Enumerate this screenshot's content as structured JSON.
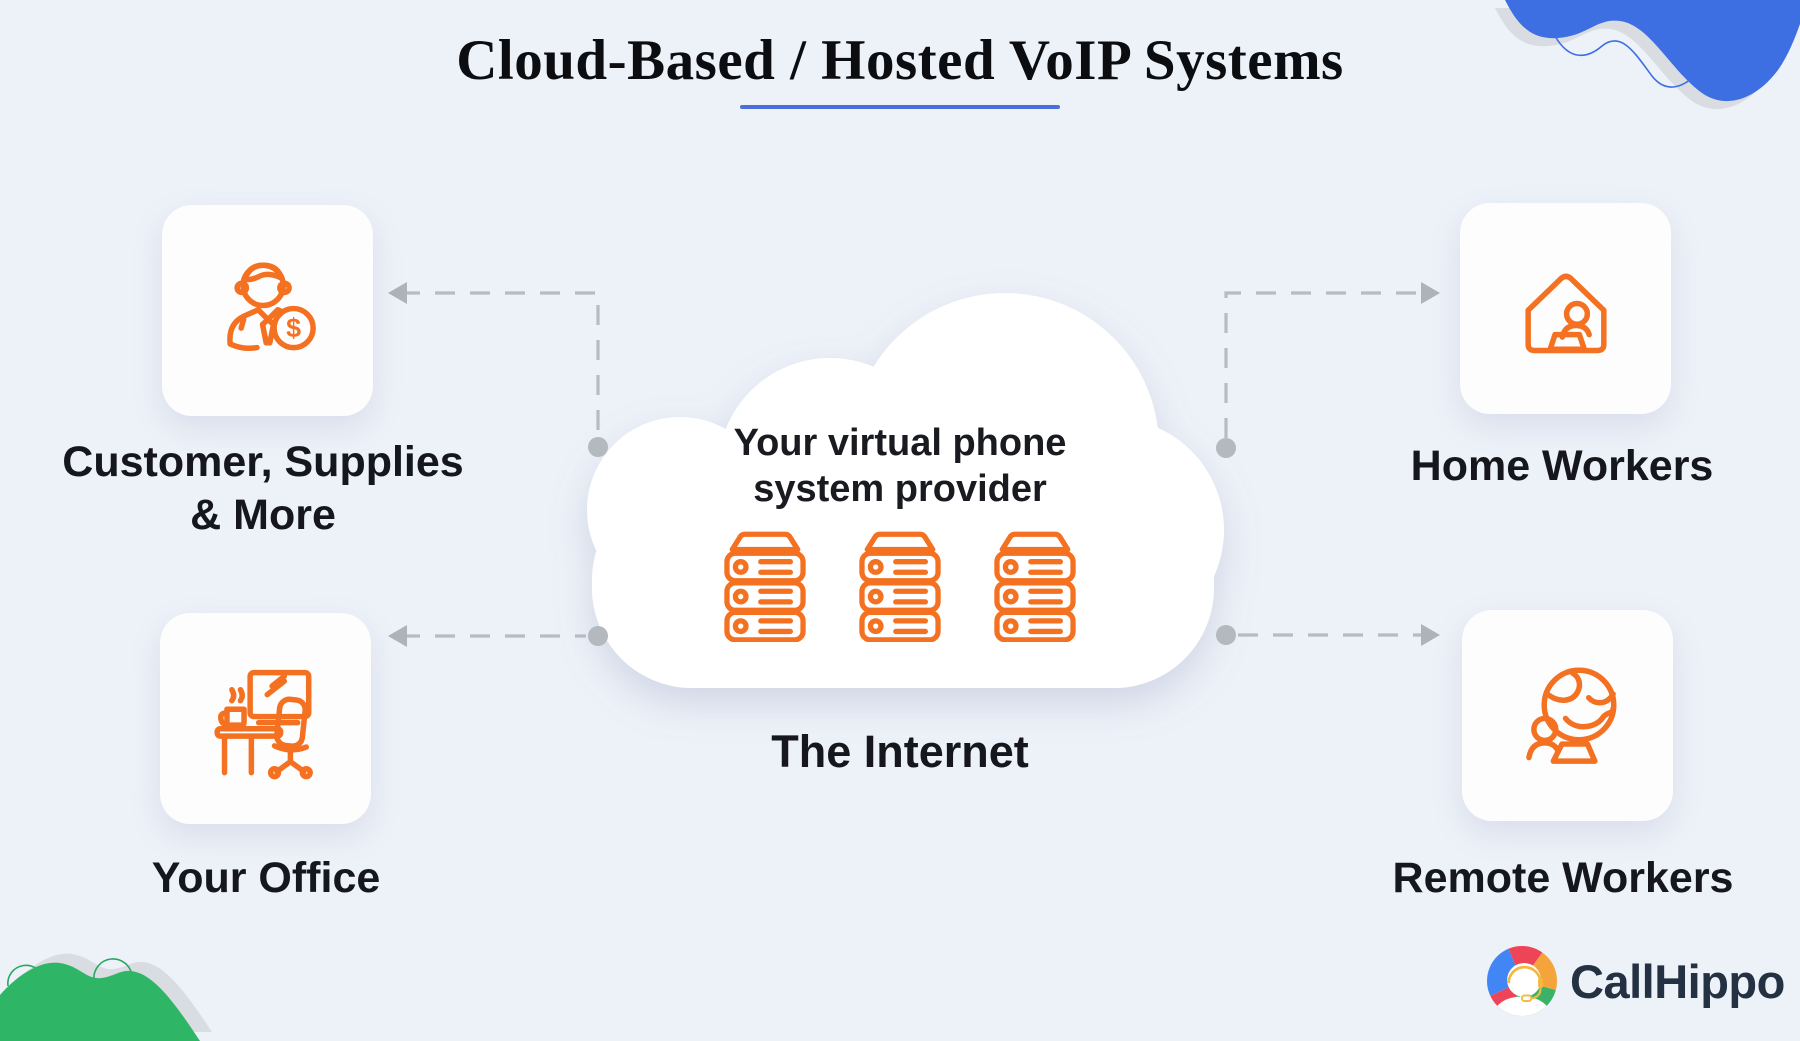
{
  "title": {
    "text": "Cloud-Based / Hosted VoIP Systems"
  },
  "cloud": {
    "label_line1": "Your virtual phone",
    "label_line2": "system provider",
    "caption": "The Internet",
    "server_count": 3,
    "server_icon": "server-stack-icon"
  },
  "nodes": [
    {
      "id": "customers",
      "label_line1": "Customer, Supplies",
      "label_line2": "& More",
      "icon": "customer-dollar-icon"
    },
    {
      "id": "office",
      "label": "Your Office",
      "icon": "office-desk-icon"
    },
    {
      "id": "home-workers",
      "label": "Home Workers",
      "icon": "home-worker-icon"
    },
    {
      "id": "remote-workers",
      "label": "Remote Workers",
      "icon": "remote-worker-icon"
    }
  ],
  "logo": {
    "text": "CallHippo",
    "icon": "callhippo-mark-icon"
  },
  "colors": {
    "background": "#edf1f8",
    "icon_orange": "#f37121",
    "underline_blue": "#4a6fdc",
    "decoration_blue": "#3d6ee2",
    "decoration_green": "#2fb566",
    "connector_gray": "#b7bbc2",
    "text_dark": "#15171c",
    "logo_navy": "#233143"
  }
}
